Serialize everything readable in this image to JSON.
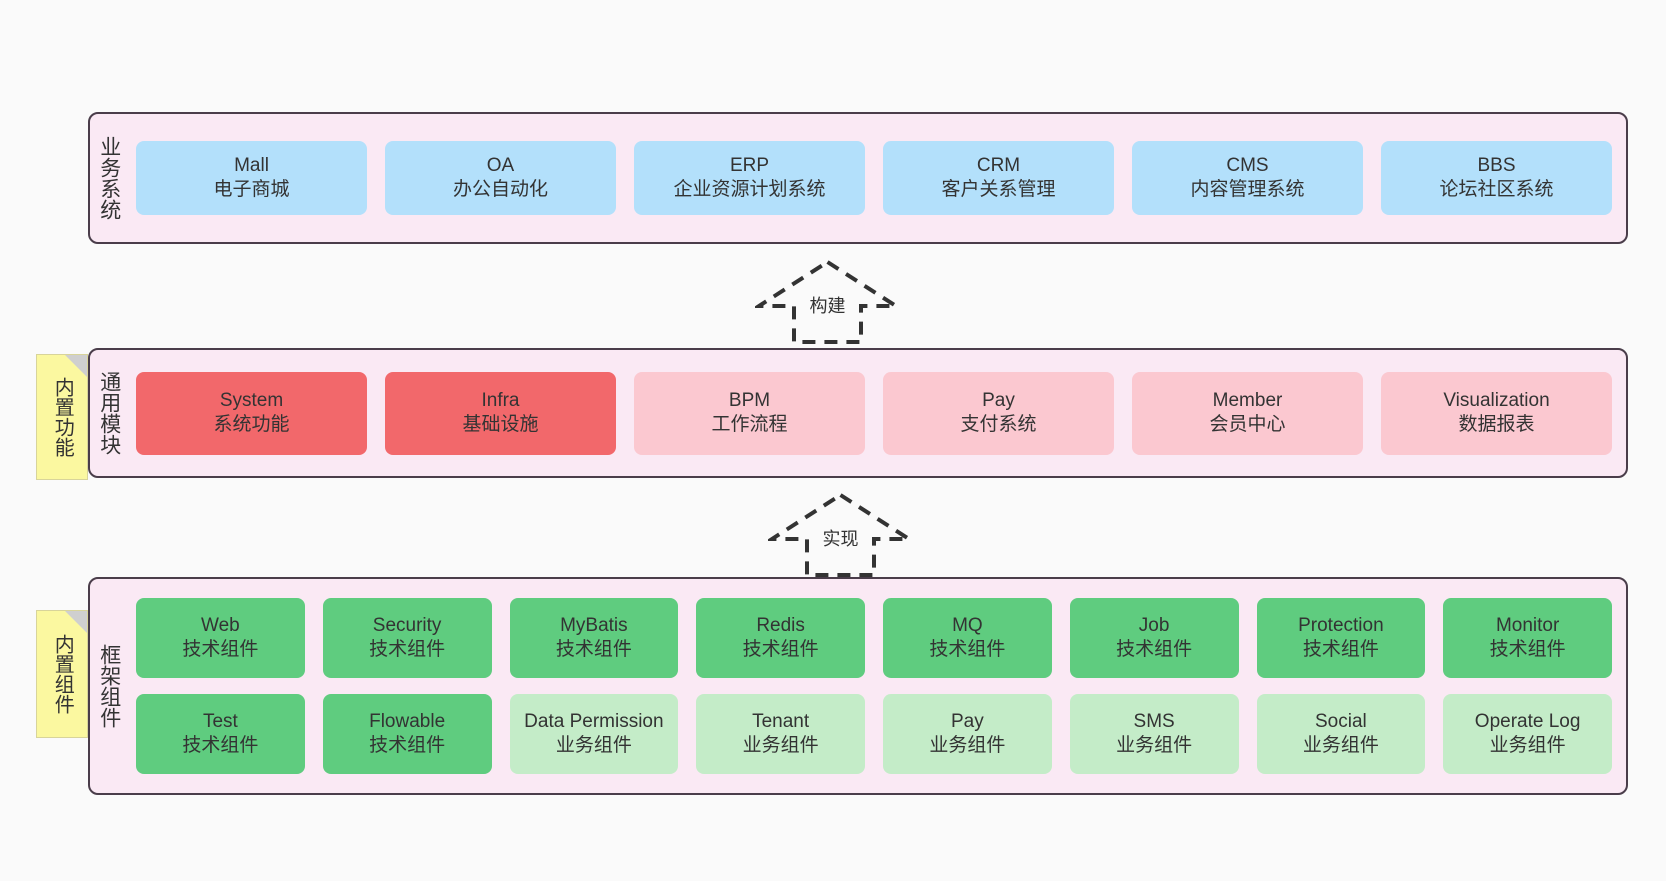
{
  "layers": [
    {
      "id": "business",
      "title": "业务系统",
      "rows": [
        {
          "items": [
            {
              "name": "Mall",
              "desc": "电子商城",
              "color": "#b3e0fb",
              "style": "c-blue"
            },
            {
              "name": "OA",
              "desc": "办公自动化",
              "color": "#b3e0fb",
              "style": "c-blue"
            },
            {
              "name": "ERP",
              "desc": "企业资源计划系统",
              "color": "#b3e0fb",
              "style": "c-blue"
            },
            {
              "name": "CRM",
              "desc": "客户关系管理",
              "color": "#b3e0fb",
              "style": "c-blue"
            },
            {
              "name": "CMS",
              "desc": "内容管理系统",
              "color": "#b3e0fb",
              "style": "c-blue"
            },
            {
              "name": "BBS",
              "desc": "论坛社区系统",
              "color": "#b3e0fb",
              "style": "c-blue"
            }
          ]
        }
      ]
    },
    {
      "id": "modules",
      "title": "通用模块",
      "rows": [
        {
          "items": [
            {
              "name": "System",
              "desc": "系统功能",
              "color": "#f2686b",
              "style": "c-red"
            },
            {
              "name": "Infra",
              "desc": "基础设施",
              "color": "#f2686b",
              "style": "c-red"
            },
            {
              "name": "BPM",
              "desc": "工作流程",
              "color": "#fbc8d0",
              "style": "c-pink"
            },
            {
              "name": "Pay",
              "desc": "支付系统",
              "color": "#fbc8d0",
              "style": "c-pink"
            },
            {
              "name": "Member",
              "desc": "会员中心",
              "color": "#fbc8d0",
              "style": "c-pink"
            },
            {
              "name": "Visualization",
              "desc": "数据报表",
              "color": "#fbc8d0",
              "style": "c-pink"
            }
          ]
        }
      ]
    },
    {
      "id": "framework",
      "title": "框架组件",
      "rows": [
        {
          "items": [
            {
              "name": "Web",
              "desc": "技术组件",
              "color": "#5fcc7f",
              "style": "c-green"
            },
            {
              "name": "Security",
              "desc": "技术组件",
              "color": "#5fcc7f",
              "style": "c-green"
            },
            {
              "name": "MyBatis",
              "desc": "技术组件",
              "color": "#5fcc7f",
              "style": "c-green"
            },
            {
              "name": "Redis",
              "desc": "技术组件",
              "color": "#5fcc7f",
              "style": "c-green"
            },
            {
              "name": "MQ",
              "desc": "技术组件",
              "color": "#5fcc7f",
              "style": "c-green"
            },
            {
              "name": "Job",
              "desc": "技术组件",
              "color": "#5fcc7f",
              "style": "c-green"
            },
            {
              "name": "Protection",
              "desc": "技术组件",
              "color": "#5fcc7f",
              "style": "c-green"
            },
            {
              "name": "Monitor",
              "desc": "技术组件",
              "color": "#5fcc7f",
              "style": "c-green"
            }
          ]
        },
        {
          "items": [
            {
              "name": "Test",
              "desc": "技术组件",
              "color": "#5fcc7f",
              "style": "c-green"
            },
            {
              "name": "Flowable",
              "desc": "技术组件",
              "color": "#5fcc7f",
              "style": "c-green"
            },
            {
              "name": "Data Permission",
              "desc": "业务组件",
              "color": "#c4ecc8",
              "style": "c-lgreen"
            },
            {
              "name": "Tenant",
              "desc": "业务组件",
              "color": "#c4ecc8",
              "style": "c-lgreen"
            },
            {
              "name": "Pay",
              "desc": "业务组件",
              "color": "#c4ecc8",
              "style": "c-lgreen"
            },
            {
              "name": "SMS",
              "desc": "业务组件",
              "color": "#c4ecc8",
              "style": "c-lgreen"
            },
            {
              "name": "Social",
              "desc": "业务组件",
              "color": "#c4ecc8",
              "style": "c-lgreen"
            },
            {
              "name": "Operate Log",
              "desc": "业务组件",
              "color": "#c4ecc8",
              "style": "c-lgreen"
            }
          ]
        }
      ]
    }
  ],
  "notes": [
    {
      "id": "functions",
      "text": "内置功能",
      "color": "#fbf8a0"
    },
    {
      "id": "components",
      "text": "内置组件",
      "color": "#fbf8a0"
    }
  ],
  "arrows": [
    {
      "id": "build",
      "label": "构建",
      "direction": "up",
      "style": "dashed"
    },
    {
      "id": "impl",
      "label": "实现",
      "direction": "up",
      "style": "dashed"
    }
  ],
  "colors": {
    "background": "#fafafa",
    "panel_fill": "#fae9f4",
    "panel_border": "#4a3d4a",
    "text": "#333333",
    "note_fill": "#fbf8a0",
    "note_fold": "#cfcfcf",
    "arrow_stroke": "#333333"
  }
}
